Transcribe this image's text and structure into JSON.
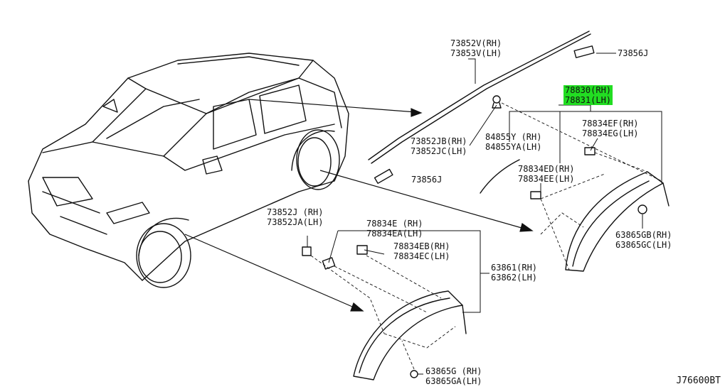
{
  "diagram_code": "J76600BT",
  "highlight_color": "#22dd22",
  "parts": {
    "roof_mold": {
      "rh": "73852V(RH)",
      "lh": "73853V(LH)"
    },
    "clip_73856j_top": "73856J",
    "clip_73856j_mid": "73856J",
    "roof_clip": {
      "rh": "73852JB(RH)",
      "lh": "73852JC(LH)"
    },
    "rear_arch": {
      "rh": "78830(RH)",
      "lh": "78831(LH)"
    },
    "clip_ef": {
      "rh": "78834EF(RH)",
      "lh": "78834EG(LH)"
    },
    "clip_84855": {
      "rh": "84855Y (RH)",
      "lh": "84855YA(LH)"
    },
    "clip_ed": {
      "rh": "78834ED(RH)",
      "lh": "78834EE(LH)"
    },
    "grommet_gb": {
      "rh": "63865GB(RH)",
      "lh": "63865GC(LH)"
    },
    "clip_73852j": {
      "rh": "73852J (RH)",
      "lh": "73852JA(LH)"
    },
    "clip_78834e": {
      "rh": "78834E (RH)",
      "lh": "78834EA(LH)"
    },
    "clip_eb": {
      "rh": "78834EB(RH)",
      "lh": "78834EC(LH)"
    },
    "front_arch": {
      "rh": "63861(RH)",
      "lh": "63862(LH)"
    },
    "grommet_g": {
      "rh": "63865G (RH)",
      "lh": "63865GA(LH)"
    }
  }
}
